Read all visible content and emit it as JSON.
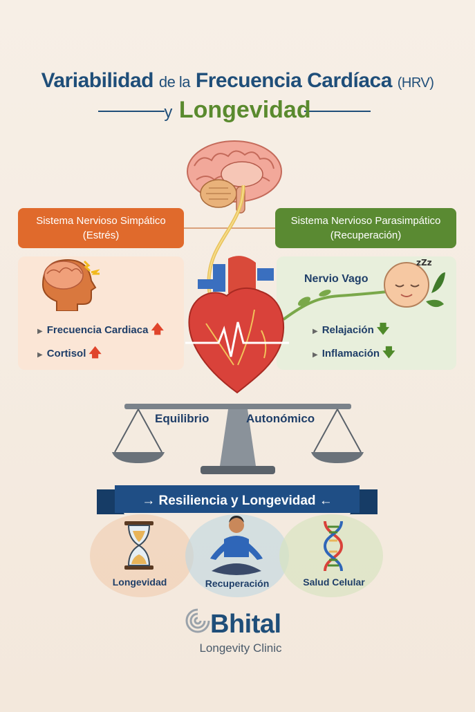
{
  "title": {
    "part1_a": "Variabilidad",
    "part1_b": "de la",
    "part1_c": "Frecuencia Cardíaca",
    "part1_d": "(HRV)",
    "part2_y": "y",
    "part2_main": "Longevidad"
  },
  "sympathetic": {
    "title": "Sistema Nervioso Simpático",
    "subtitle": "(Estrés)",
    "bullets": [
      {
        "label": "Frecuencia Cardiaca",
        "direction": "up"
      },
      {
        "label": "Cortisol",
        "direction": "up"
      }
    ]
  },
  "parasympathetic": {
    "title": "Sistema Nervioso Parasimpático",
    "subtitle": "(Recuperación)",
    "nerve_label": "Nervio Vago",
    "bullets": [
      {
        "label": "Relajación",
        "direction": "down"
      },
      {
        "label": "Inflamación",
        "direction": "down"
      }
    ]
  },
  "balance": {
    "left_label": "Equilibrio",
    "right_label": "Autonómico"
  },
  "banner": {
    "arrow_left": "→",
    "text": "Resiliencia y Longevidad",
    "arrow_right": "←"
  },
  "benefits": [
    {
      "label": "Longevidad",
      "icon": "hourglass-icon"
    },
    {
      "label": "Recuperación",
      "icon": "meditation-icon"
    },
    {
      "label": "Salud Celular",
      "icon": "dna-icon"
    }
  ],
  "brand": {
    "name": "Bhital",
    "tagline": "Longevity Clinic"
  },
  "colors": {
    "navy": "#1f4e79",
    "green": "#5a8a32",
    "orange": "#e06a2c",
    "red_arrow": "#e0452c",
    "green_arrow": "#4f8a2a"
  }
}
